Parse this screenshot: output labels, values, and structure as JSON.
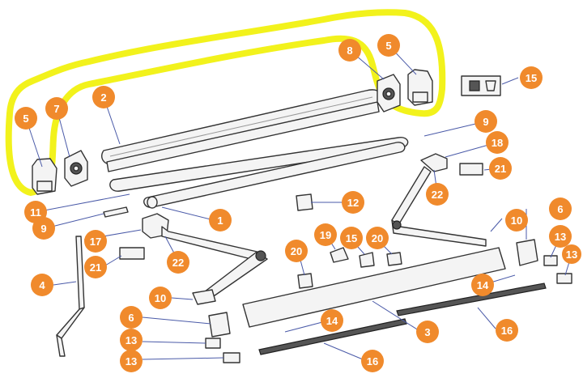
{
  "colors": {
    "callout_fill": "#f08a2c",
    "callout_text": "#ffffff",
    "highlight": "#f2f21c",
    "leader": "#4a5aa8",
    "line": "#333333"
  },
  "callouts": {
    "c5a": "5",
    "c7": "7",
    "c2": "2",
    "c8": "8",
    "c5b": "5",
    "c15a": "15",
    "c9a": "9",
    "c18": "18",
    "c21a": "21",
    "c22a": "22",
    "c11": "11",
    "c12": "12",
    "c1": "1",
    "c9b": "9",
    "c10a": "10",
    "c6a": "6",
    "c17": "17",
    "c22b": "22",
    "c21b": "21",
    "c19": "19",
    "c15b": "15",
    "c20a": "20",
    "c20b": "20",
    "c13a": "13",
    "c13b": "13",
    "c4": "4",
    "c14a": "14",
    "c10b": "10",
    "c6b": "6",
    "c3": "3",
    "c16a": "16",
    "c14b": "14",
    "c13c": "13",
    "c13d": "13",
    "c16b": "16"
  }
}
